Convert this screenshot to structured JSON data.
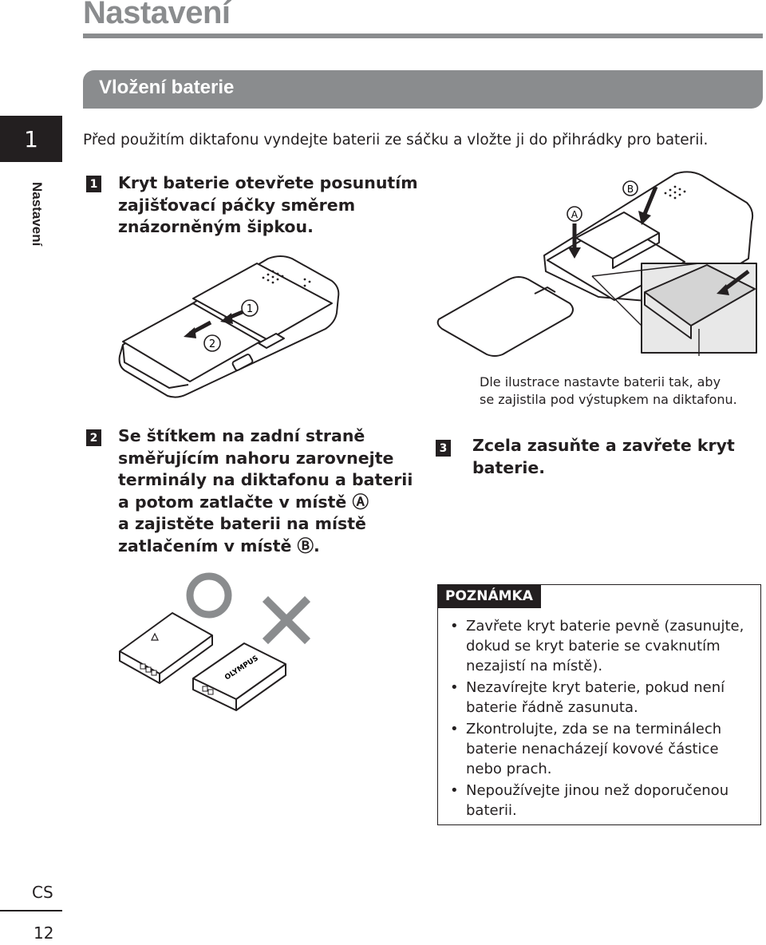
{
  "header": {
    "title": "Nastavení"
  },
  "section": {
    "title": "Vložení baterie"
  },
  "sidebar": {
    "chapter_number": "1",
    "chapter_label": "Nastavení"
  },
  "intro": "Před použitím diktafonu vyndejte baterii ze sáčku a vložte ji do přihrádky pro baterii.",
  "steps": [
    {
      "number": "1",
      "lines": [
        "Kryt baterie otevřete posunutím",
        "zajišťovací páčky směrem",
        "znázorněným šipkou."
      ]
    },
    {
      "number": "2",
      "lines": [
        "Se štítkem na zadní straně",
        "směřujícím nahoru zarovnejte",
        "terminály na diktafonu a baterii",
        "a potom zatlačte v místě Ⓐ",
        "a zajistěte baterii na místě",
        "zatlačením v místě Ⓑ."
      ]
    },
    {
      "number": "3",
      "lines": [
        "Zcela zasuňte a zavřete kryt",
        "baterie."
      ]
    }
  ],
  "figure_labels": {
    "circle_1": "1",
    "circle_2": "2",
    "circle_a": "A",
    "circle_b": "B",
    "battery_brand": "OLYMPUS"
  },
  "caption": [
    "Dle ilustrace nastavte baterii tak, aby",
    "se zajistila pod výstupkem na diktafonu."
  ],
  "note": {
    "title": "POZNÁMKA",
    "items": [
      [
        "Zavřete kryt baterie pevně (zasunujte,",
        "dokud se kryt baterie se cvaknutím",
        "nezajistí na místě)."
      ],
      [
        "Nezavírejte kryt baterie, pokud není",
        "baterie řádně zasunuta."
      ],
      [
        "Zkontrolujte, zda se na terminálech",
        "baterie nenacházejí kovové částice",
        "nebo prach."
      ],
      [
        "Nepoužívejte jinou než doporučenou",
        "baterii."
      ]
    ]
  },
  "footer": {
    "language": "CS",
    "page_number": "12"
  },
  "colors": {
    "accent_gray": "#8a8c8e",
    "ink": "#231f20"
  }
}
